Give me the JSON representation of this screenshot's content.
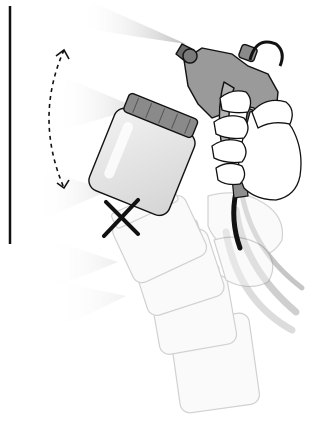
{
  "illustration": {
    "subject": "spray-gun-tilt-warning",
    "colors": {
      "outline": "#111111",
      "gun_body": "#9a9a9a",
      "gun_dark": "#5e5e5e",
      "cup": "#e2e2e2",
      "ghost": "#cfcfcf",
      "spray": "#c8c8c8",
      "background": "#ffffff"
    },
    "icons": [
      "wall-line",
      "tilt-arc-arrow",
      "cross-mark"
    ]
  }
}
